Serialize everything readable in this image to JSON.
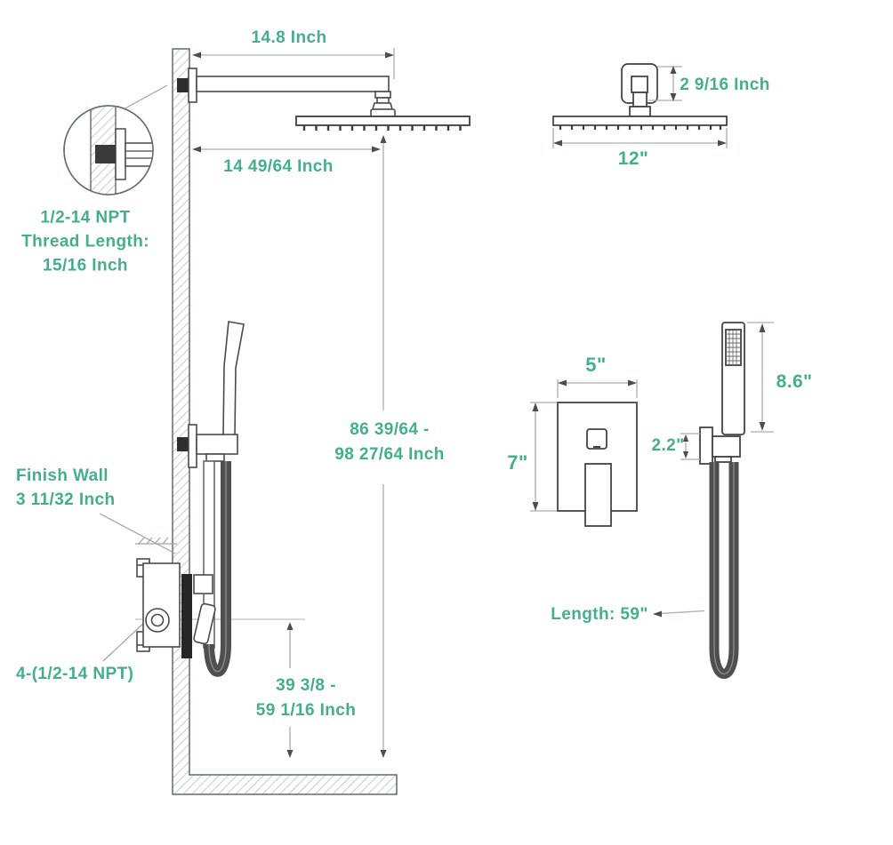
{
  "colors": {
    "accent": "#44af8d"
  },
  "labels": {
    "arm_length": "14.8 Inch",
    "arm_to_head": "14 49/64 Inch",
    "head_thickness": "2 9/16 Inch",
    "head_width": "12\"",
    "thread_note_line1": "1/2-14 NPT",
    "thread_note_line2": "Thread Length:",
    "thread_note_line3": "15/16 Inch",
    "height_range_line1": "86 39/64 -",
    "height_range_line2": "98 27/64 Inch",
    "finish_wall_line1": "Finish Wall",
    "finish_wall_line2": "3 11/32 Inch",
    "valve_ports": "4-(1/2-14 NPT)",
    "valve_height_line1": "39 3/8 -",
    "valve_height_line2": "59 1/16 Inch",
    "trim_width": "5\"",
    "trim_height": "7\"",
    "holder_height": "2.2\"",
    "wand_length": "8.6\"",
    "hose_length": "Length: 59\""
  }
}
